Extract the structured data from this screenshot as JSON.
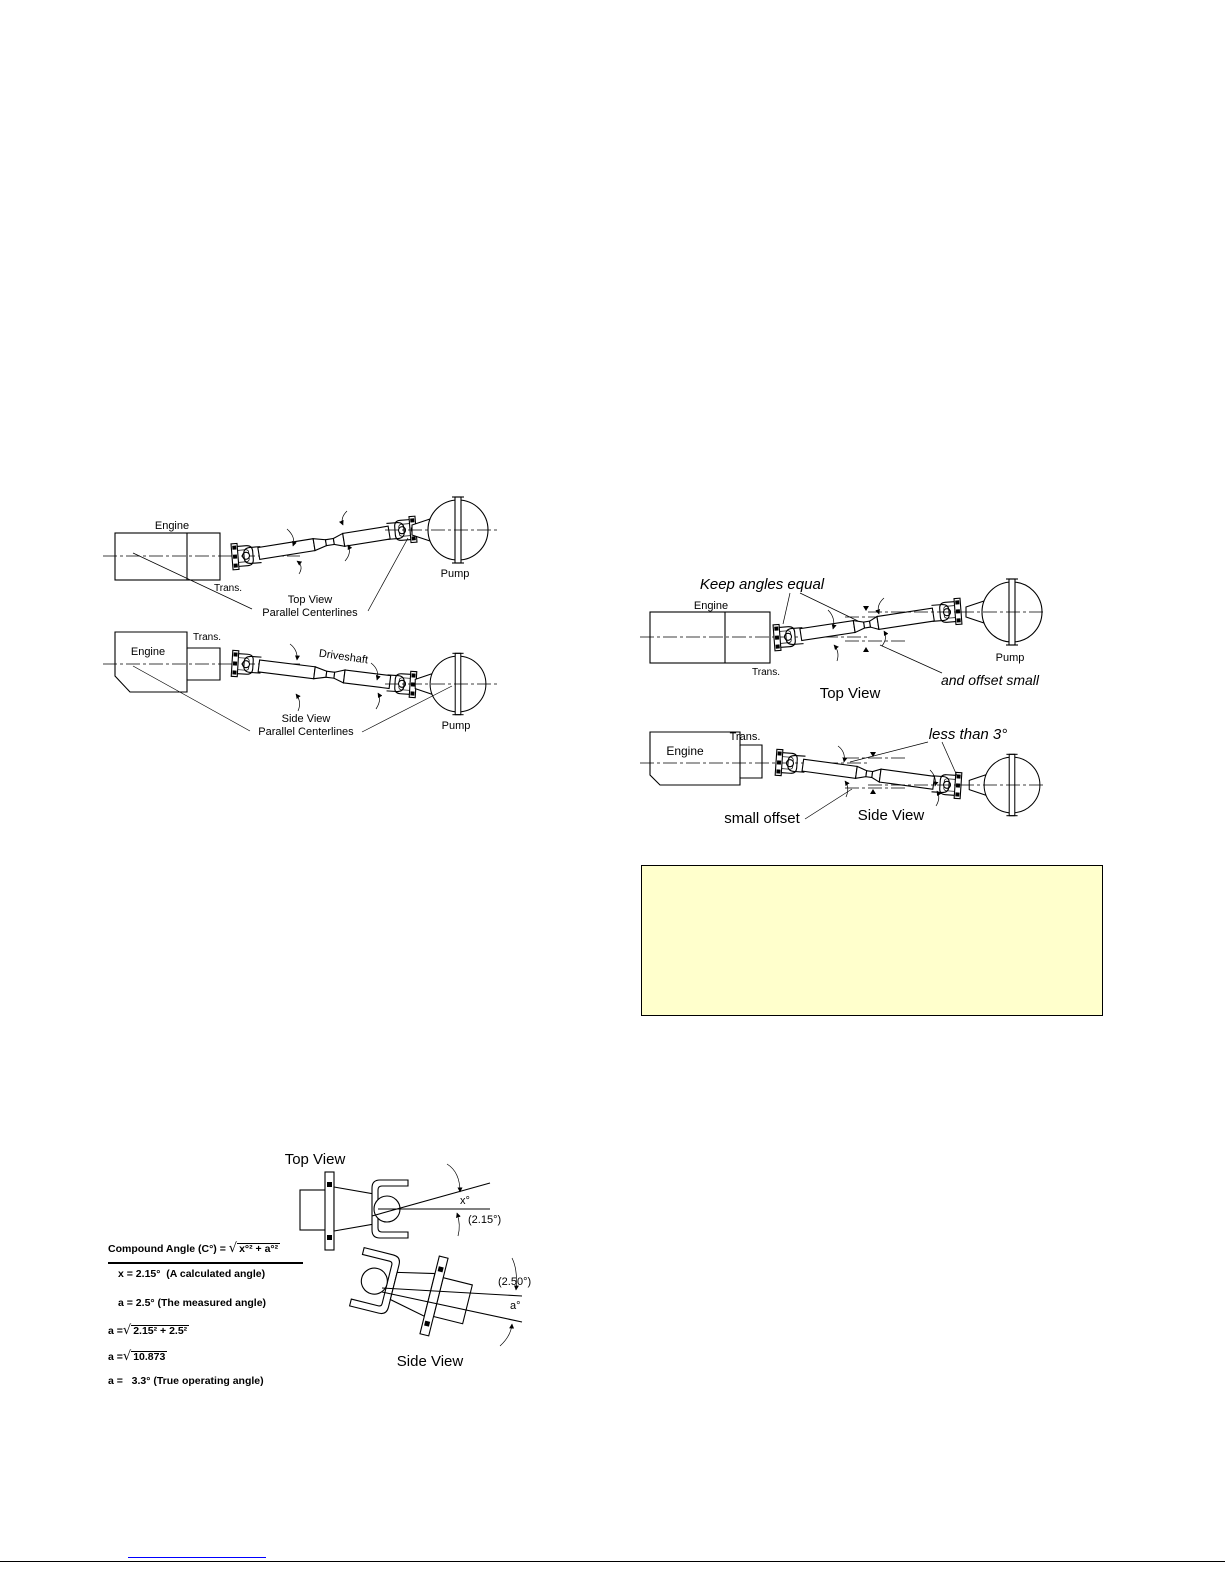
{
  "figure_parallel": {
    "top": {
      "engine": "Engine",
      "trans": "Trans.",
      "pump": "Pump",
      "view": "Top View",
      "caption": "Parallel Centerlines"
    },
    "side": {
      "engine": "Engine",
      "trans": "Trans.",
      "driveshaft": "Driveshaft",
      "pump": "Pump",
      "view": "Side View",
      "caption": "Parallel Centerlines"
    }
  },
  "figure_offset": {
    "top": {
      "callout_angles": "Keep angles equal",
      "engine": "Engine",
      "trans": "Trans.",
      "pump": "Pump",
      "callout_offset": "and offset small",
      "view": "Top View"
    },
    "side": {
      "engine": "Engine",
      "trans": "Trans.",
      "callout_angle": "less than 3°",
      "callout_offset": "small offset",
      "view": "Side View"
    }
  },
  "figure_compound": {
    "top_view": "Top View",
    "side_view": "Side View",
    "top_angle_symbol": "x°",
    "top_angle_value": "(2.15°)",
    "side_angle_value": "(2.50°)",
    "side_angle_symbol": "a°",
    "formula": {
      "label": "Compound Angle (C°) = ",
      "radical": "√",
      "radicand": "x°² + a°²",
      "line_x": "x = 2.15°  (A calculated angle)",
      "line_a": "a = 2.5° (The measured angle)",
      "step1_lhs": "a =",
      "step1_radicand": "2.15² + 2.5²",
      "step2_lhs": "a =",
      "step2_radicand": "10.873",
      "result": "a =   3.3° (True operating angle)"
    }
  },
  "colors": {
    "note_box_fill": "#ffffcc",
    "note_box_border": "#000000",
    "footer_rule": "#000000",
    "footer_link_underline": "#0000ff"
  }
}
